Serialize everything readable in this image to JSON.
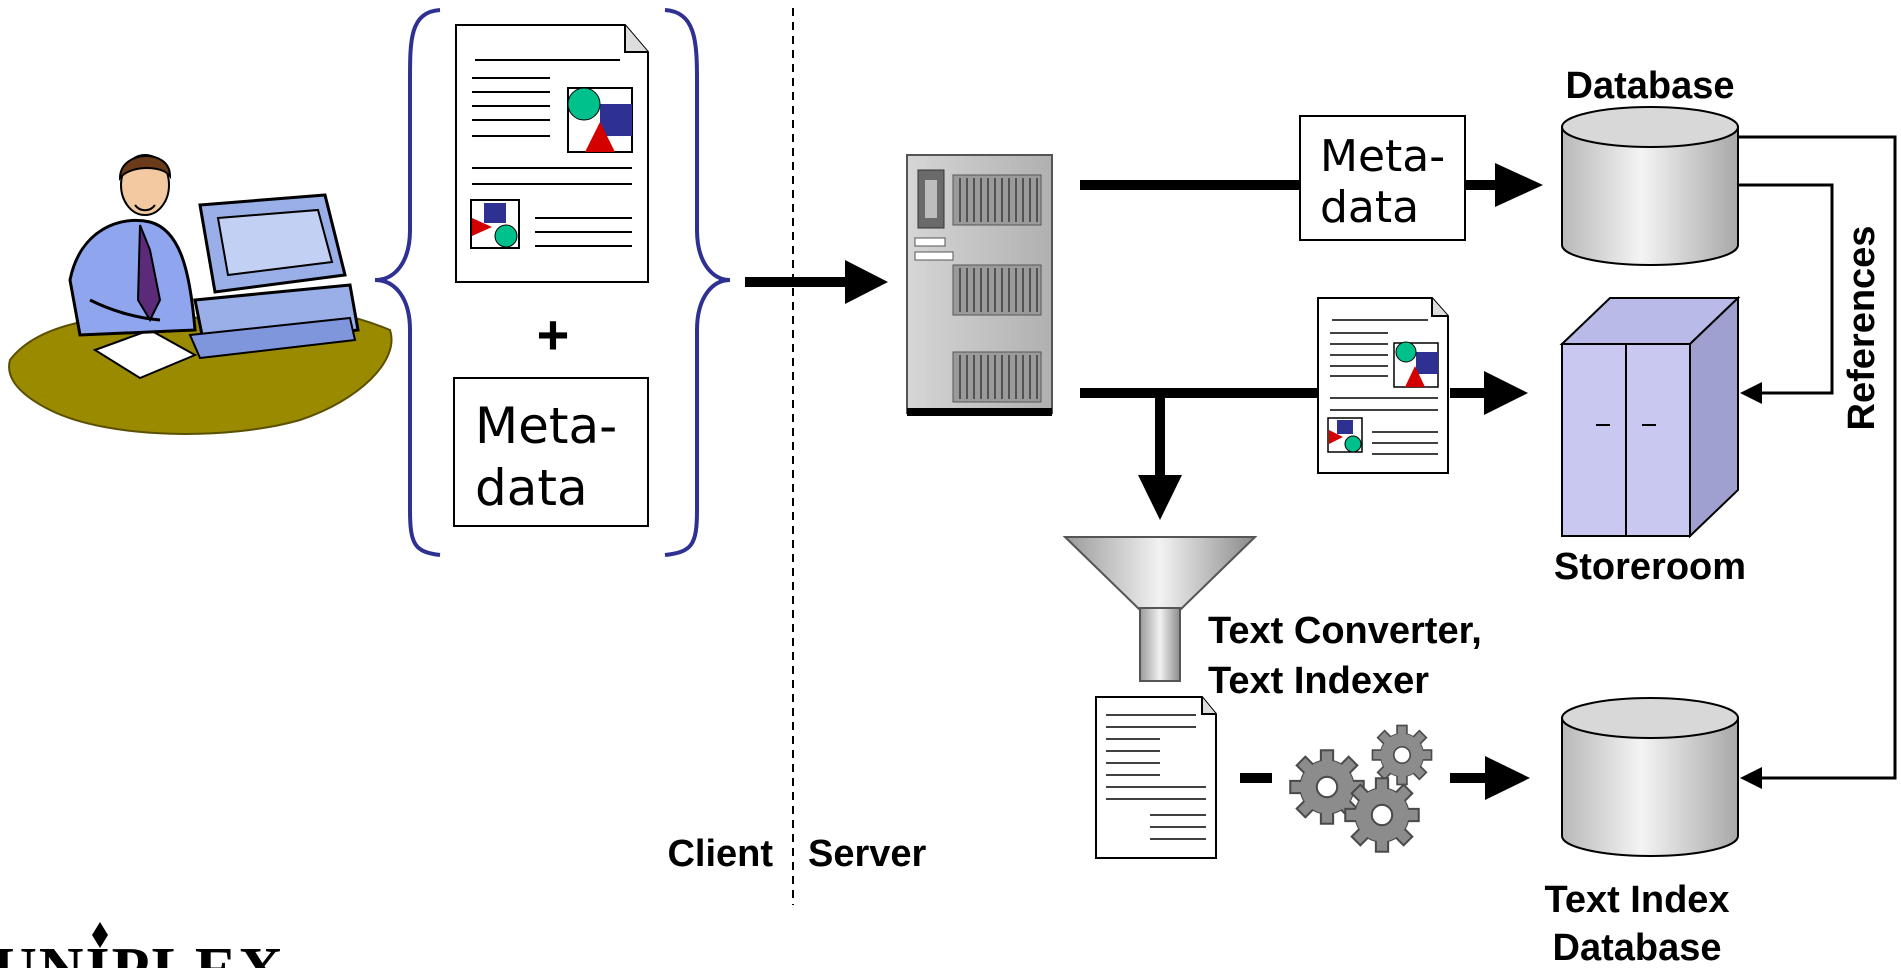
{
  "labels": {
    "client": "Client",
    "server": "Server",
    "database": "Database",
    "storeroom": "Storeroom",
    "references": "References",
    "text_converter_line1": "Text Converter,",
    "text_converter_line2": "Text Indexer",
    "text_index_line1": "Text Index",
    "text_index_line2": "Database",
    "plus": "+",
    "client_meta_line1": "Meta-",
    "client_meta_line2": "data",
    "server_meta_line1": "Meta-",
    "server_meta_line2": "data"
  },
  "brand": {
    "logo_text": "UNIPLEX"
  },
  "colors": {
    "brace": "#2e3192",
    "storeroom_front": "#c8c8f0",
    "storeroom_side": "#a0a0d0",
    "doc_blue": "#2e3192",
    "doc_teal": "#00c08b",
    "doc_red": "#d40000",
    "desk": "#9a8a00"
  }
}
